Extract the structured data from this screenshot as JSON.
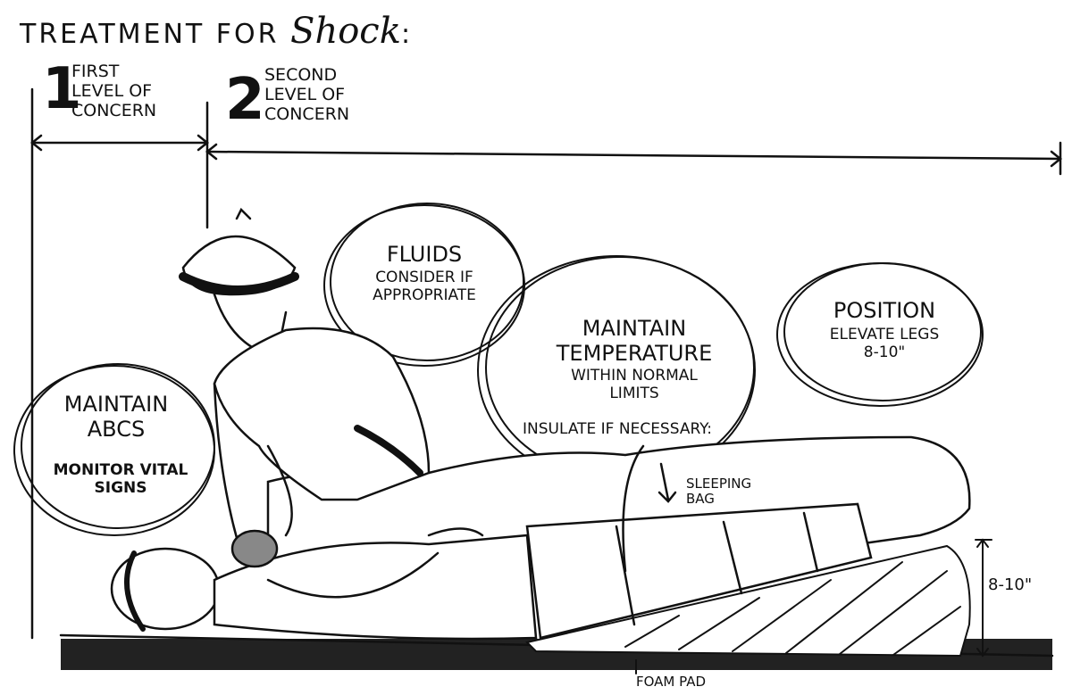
{
  "title": {
    "text": "Treatment for",
    "script_word": "Shock",
    "colon": ":"
  },
  "levels": [
    {
      "number": "1",
      "label": "First\nLevel of\nConcern"
    },
    {
      "number": "2",
      "label": "Second\nLevel of\nConcern"
    }
  ],
  "bubbles": {
    "abcs": {
      "heading": "Maintain\nABCs",
      "sub": "Monitor vital\nsigns"
    },
    "fluids": {
      "heading": "Fluids",
      "sub": "Consider if\nappropriate"
    },
    "temperature": {
      "heading": "Maintain\nTemperature",
      "sub": "Within normal\nlimits"
    },
    "position": {
      "heading": "Position",
      "sub": "Elevate legs\n8-10\""
    }
  },
  "annotations": {
    "insulate": "Insulate if necessary:",
    "sleeping_bag": "Sleeping\nbag",
    "elevation": "8-10\"",
    "foam_pad": "Foam pad"
  }
}
